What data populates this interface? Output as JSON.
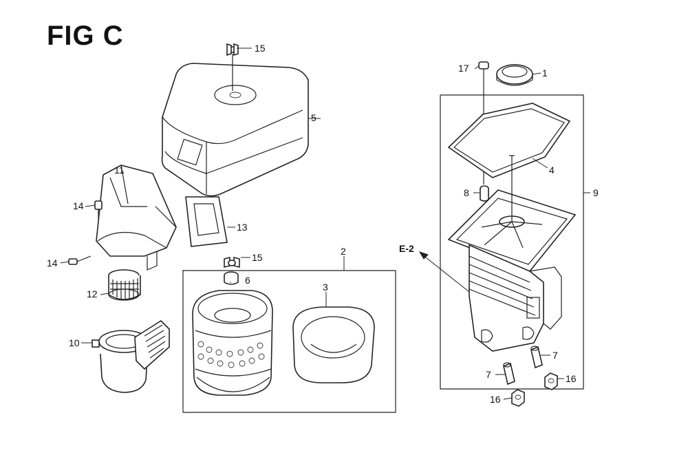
{
  "figure": {
    "title": "FIG C",
    "reference_label": "E-2",
    "callouts": {
      "c1": "1",
      "c2": "2",
      "c3": "3",
      "c4": "4",
      "c5": "5",
      "c6": "6",
      "c7a": "7",
      "c7b": "7",
      "c8": "8",
      "c9": "9",
      "c10": "10",
      "c11": "11",
      "c12": "12",
      "c13": "13",
      "c14a": "14",
      "c14b": "14",
      "c15a": "15",
      "c15b": "15",
      "c16a": "16",
      "c16b": "16",
      "c17": "17"
    }
  }
}
